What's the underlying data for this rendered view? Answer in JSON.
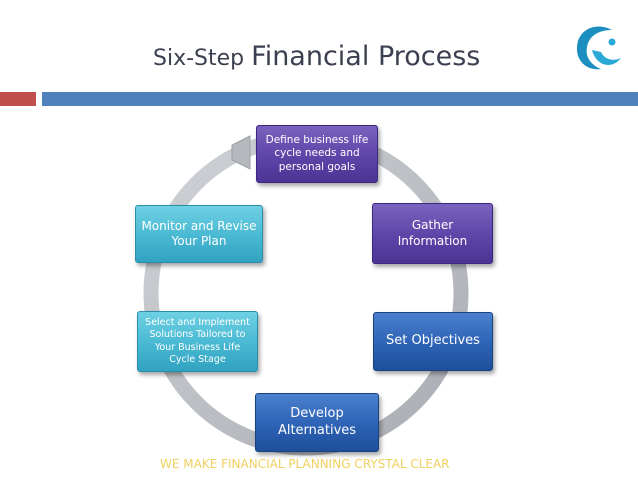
{
  "title": {
    "part1": "Six-Step ",
    "part2": "Financial Process"
  },
  "steps": {
    "define": "Define business life cycle needs and personal goals",
    "gather": "Gather Information",
    "objectives": "Set Objectives",
    "develop": "Develop Alternatives",
    "implement": "Select and Implement Solutions Tailored to Your Business Life Cycle Stage",
    "monitor": "Monitor and Revise Your Plan"
  },
  "footer": "WE MAKE FINANCIAL PLANNING CRYSTAL CLEAR",
  "colors": {
    "accent_red": "#c0504d",
    "accent_blue": "#4f81bd",
    "purple": "#5d44a8",
    "teal": "#48b8d2",
    "blue": "#2d62b5",
    "footer_text": "#f0d060"
  }
}
